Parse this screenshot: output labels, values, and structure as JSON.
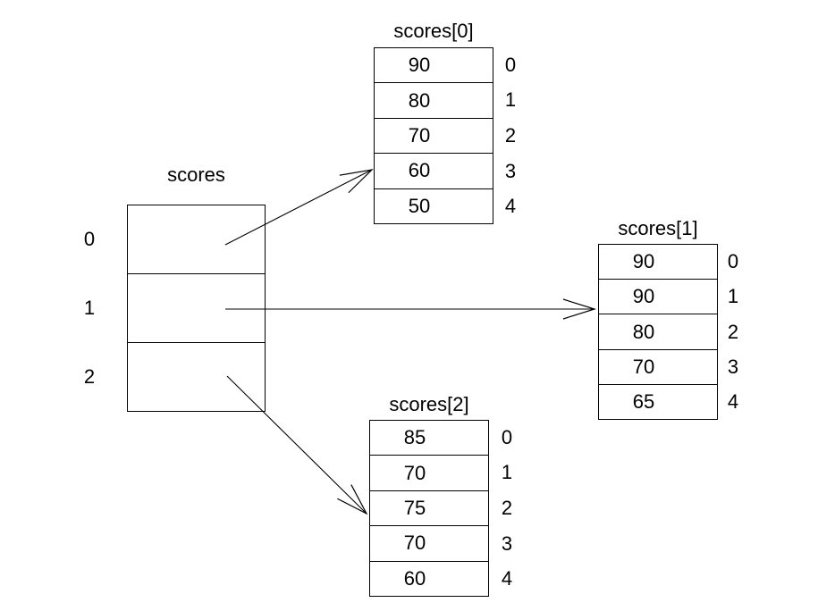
{
  "diagram": {
    "background_color": "#ffffff",
    "line_color": "#000000",
    "main_array": {
      "title": "scores",
      "indices": [
        "0",
        "1",
        "2"
      ],
      "cells": [
        "",
        "",
        ""
      ]
    },
    "sub_arrays": [
      {
        "title": "scores[0]",
        "values": [
          "90",
          "80",
          "70",
          "60",
          "50"
        ],
        "indices": [
          "0",
          "1",
          "2",
          "3",
          "4"
        ]
      },
      {
        "title": "scores[1]",
        "values": [
          "90",
          "90",
          "80",
          "70",
          "65"
        ],
        "indices": [
          "0",
          "1",
          "2",
          "3",
          "4"
        ]
      },
      {
        "title": "scores[2]",
        "values": [
          "85",
          "70",
          "75",
          "70",
          "60"
        ],
        "indices": [
          "0",
          "1",
          "2",
          "3",
          "4"
        ]
      }
    ],
    "arrows": [
      {
        "from_index": "0",
        "to": "scores[0]"
      },
      {
        "from_index": "1",
        "to": "scores[1]"
      },
      {
        "from_index": "2",
        "to": "scores[2]"
      }
    ]
  }
}
